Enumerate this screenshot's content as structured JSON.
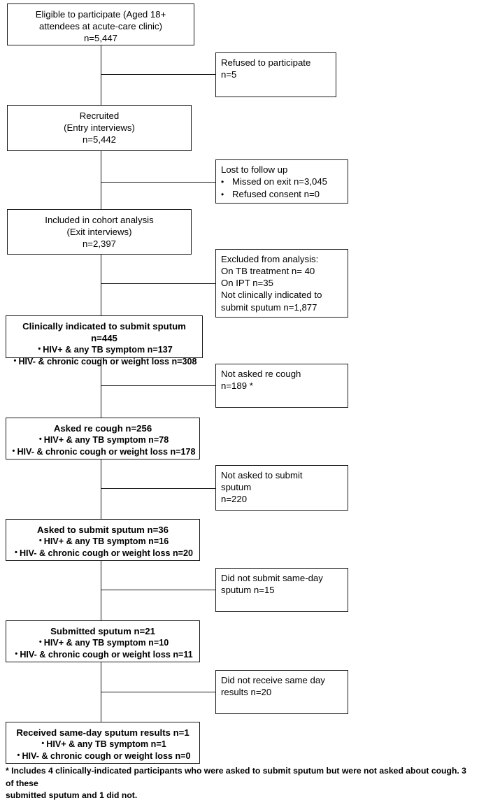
{
  "diagram": {
    "title": "TB diagnostic cascade participant flow",
    "line_color": "#1a1a1a",
    "background": "#ffffff"
  },
  "main_boxes": [
    {
      "id": "eligible",
      "lines": [
        "Eligible to participate (Aged 18+",
        "attendees at acute-care clinic)",
        "n=5,447"
      ],
      "bullets": []
    },
    {
      "id": "recruited",
      "lines": [
        "Recruited",
        "(Entry interviews)",
        "n=5,442"
      ],
      "bullets": []
    },
    {
      "id": "included-cohort",
      "lines": [
        "Included in cohort analysis",
        "(Exit interviews)",
        "n=2,397"
      ],
      "bullets": []
    },
    {
      "id": "clinically-indicated",
      "lines": [
        "Clinically indicated to submit sputum n=445"
      ],
      "bullets": [
        "HIV+ & any TB symptom n=137",
        "HIV- & chronic cough or weight loss n=308"
      ]
    },
    {
      "id": "asked-re-cough",
      "lines": [
        "Asked re cough n=256"
      ],
      "bullets": [
        "HIV+ & any TB symptom n=78",
        "HIV- & chronic cough or weight loss n=178"
      ]
    },
    {
      "id": "asked-to-submit",
      "lines": [
        "Asked to submit sputum n=36"
      ],
      "bullets": [
        "HIV+ & any TB symptom n=16",
        "HIV- & chronic cough or weight loss n=20"
      ]
    },
    {
      "id": "submitted-sputum",
      "lines": [
        "Submitted sputum n=21"
      ],
      "bullets": [
        "HIV+ & any TB symptom n=10",
        "HIV- & chronic cough or weight loss n=11"
      ]
    },
    {
      "id": "received-results",
      "lines": [
        "Received same-day sputum results n=1"
      ],
      "bullets": [
        "HIV+ & any TB symptom n=1",
        "HIV- & chronic cough or weight loss n=0"
      ]
    }
  ],
  "side_boxes": [
    {
      "id": "refused-participate",
      "lines": [
        "Refused to participate",
        "n=5"
      ],
      "bullets": []
    },
    {
      "id": "lost-to-follow-up",
      "lines": [
        "Lost to follow up"
      ],
      "bullets": [
        "Missed on exit n=3,045",
        "Refused consent n=0"
      ]
    },
    {
      "id": "excluded-from-analysis",
      "lines": [
        "Excluded from analysis:",
        "On TB treatment n= 40",
        "On IPT n=35",
        "Not clinically indicated to",
        "submit sputum n=1,877"
      ],
      "bullets": []
    },
    {
      "id": "not-asked-re-cough",
      "lines": [
        "Not asked re cough",
        "n=189 *"
      ],
      "bullets": []
    },
    {
      "id": "not-asked-to-submit",
      "lines": [
        "Not asked to submit",
        "sputum",
        "n=220"
      ],
      "bullets": []
    },
    {
      "id": "did-not-submit",
      "lines": [
        "Did not submit same-day",
        "sputum n=15"
      ],
      "bullets": []
    },
    {
      "id": "did-not-receive",
      "lines": [
        "Did not receive same day",
        "results n=20"
      ],
      "bullets": []
    }
  ],
  "footnote": {
    "line1": "* Includes 4 clinically-indicated participants who were asked to submit sputum but were not asked about cough. 3 of these",
    "line2": "submitted sputum and 1 did not."
  }
}
